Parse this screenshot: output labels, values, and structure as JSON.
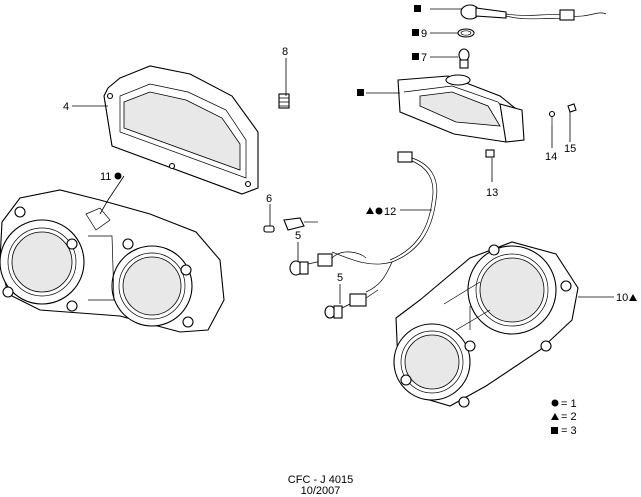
{
  "callouts": {
    "c4": "4",
    "c8": "8",
    "c9": "9",
    "c7": "7",
    "c11": "11",
    "c6": "6",
    "c12": "12",
    "c5a": "5",
    "c5b": "5",
    "c14": "14",
    "c15": "15",
    "c13": "13",
    "c10": "10"
  },
  "legend": {
    "circle": "= 1",
    "triangle": "= 2",
    "square": "= 3"
  },
  "footer": {
    "ref": "CFC - J 4015",
    "date": "10/2007"
  }
}
